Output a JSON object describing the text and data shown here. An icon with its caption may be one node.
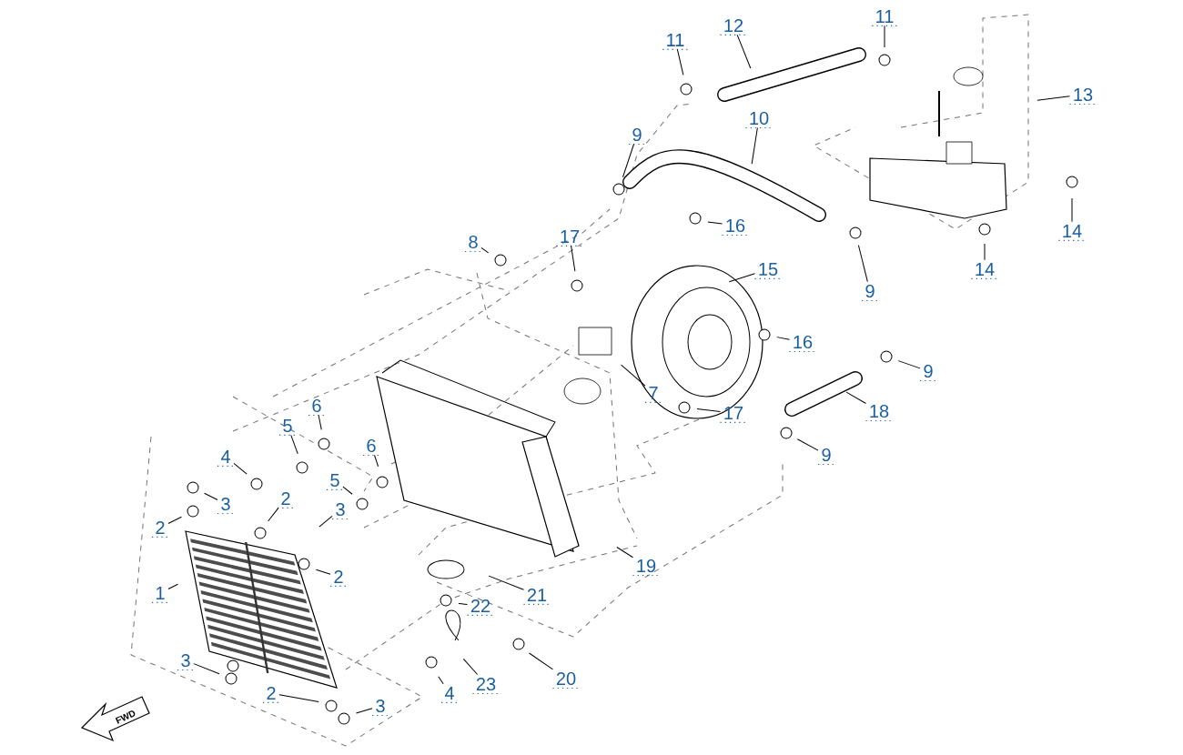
{
  "diagram": {
    "nodes": [
      {
        "text": [
          "11"
        ]
      },
      {
        "text": [
          "12"
        ]
      },
      {
        "text": [
          "11"
        ]
      },
      {
        "text": [
          "13"
        ]
      },
      {
        "text": [
          "10"
        ]
      },
      {
        "text": [
          "9"
        ]
      },
      {
        "text": [
          "16"
        ]
      },
      {
        "text": [
          "14"
        ]
      },
      {
        "text": [
          "17"
        ]
      },
      {
        "text": [
          "8"
        ]
      },
      {
        "text": [
          "14"
        ]
      },
      {
        "text": [
          "15"
        ]
      },
      {
        "text": [
          "9"
        ]
      },
      {
        "text": [
          "16"
        ]
      },
      {
        "text": [
          "9"
        ]
      },
      {
        "text": [
          "7"
        ]
      },
      {
        "text": [
          "6"
        ]
      },
      {
        "text": [
          "17"
        ]
      },
      {
        "text": [
          "18"
        ]
      },
      {
        "text": [
          "5"
        ]
      },
      {
        "text": [
          "6"
        ]
      },
      {
        "text": [
          "9"
        ]
      },
      {
        "text": [
          "4"
        ]
      },
      {
        "text": [
          "5"
        ]
      },
      {
        "text": [
          "2"
        ]
      },
      {
        "text": [
          "3"
        ]
      },
      {
        "text": [
          "3"
        ]
      },
      {
        "text": [
          "2"
        ]
      },
      {
        "text": [
          "19"
        ]
      },
      {
        "text": [
          "2"
        ]
      },
      {
        "text": [
          "1"
        ]
      },
      {
        "text": [
          "21"
        ]
      },
      {
        "text": [
          "22"
        ]
      },
      {
        "text": [
          "3"
        ]
      },
      {
        "text": [
          "20"
        ]
      },
      {
        "text": [
          "23"
        ]
      },
      {
        "text": [
          "2"
        ]
      },
      {
        "text": [
          "4"
        ]
      },
      {
        "text": [
          "3"
        ]
      }
    ],
    "edges": [
      {
        "from": 0,
        "to": null,
        "arrow": "none"
      },
      {
        "from": 1,
        "to": null,
        "arrow": "none"
      },
      {
        "from": 2,
        "to": null,
        "arrow": "none"
      },
      {
        "from": 3,
        "to": null,
        "arrow": "none"
      },
      {
        "from": 4,
        "to": null,
        "arrow": "none"
      },
      {
        "from": 5,
        "to": null,
        "arrow": "none"
      },
      {
        "from": 6,
        "to": null,
        "arrow": "none"
      },
      {
        "from": 7,
        "to": null,
        "arrow": "none"
      },
      {
        "from": 8,
        "to": null,
        "arrow": "none"
      },
      {
        "from": 9,
        "to": null,
        "arrow": "none"
      },
      {
        "from": 10,
        "to": null,
        "arrow": "none"
      },
      {
        "from": 11,
        "to": null,
        "arrow": "none"
      },
      {
        "from": 12,
        "to": null,
        "arrow": "none"
      },
      {
        "from": 13,
        "to": null,
        "arrow": "none"
      },
      {
        "from": 14,
        "to": null,
        "arrow": "none"
      },
      {
        "from": 15,
        "to": null,
        "arrow": "none"
      },
      {
        "from": 16,
        "to": null,
        "arrow": "none"
      },
      {
        "from": 17,
        "to": null,
        "arrow": "none"
      },
      {
        "from": 18,
        "to": null,
        "arrow": "none"
      },
      {
        "from": 19,
        "to": null,
        "arrow": "none"
      },
      {
        "from": 20,
        "to": null,
        "arrow": "none"
      },
      {
        "from": 21,
        "to": null,
        "arrow": "none"
      },
      {
        "from": 22,
        "to": null,
        "arrow": "none"
      },
      {
        "from": 23,
        "to": null,
        "arrow": "none"
      },
      {
        "from": 24,
        "to": null,
        "arrow": "none"
      },
      {
        "from": 25,
        "to": null,
        "arrow": "none"
      },
      {
        "from": 26,
        "to": null,
        "arrow": "none"
      },
      {
        "from": 27,
        "to": null,
        "arrow": "none"
      },
      {
        "from": 28,
        "to": null,
        "arrow": "none"
      },
      {
        "from": 29,
        "to": null,
        "arrow": "none"
      },
      {
        "from": 30,
        "to": null,
        "arrow": "none"
      },
      {
        "from": 31,
        "to": null,
        "arrow": "none"
      },
      {
        "from": 32,
        "to": null,
        "arrow": "none"
      },
      {
        "from": 33,
        "to": null,
        "arrow": "none"
      },
      {
        "from": 34,
        "to": null,
        "arrow": "none"
      },
      {
        "from": 35,
        "to": null,
        "arrow": "none"
      },
      {
        "from": 36,
        "to": null,
        "arrow": "none"
      },
      {
        "from": 37,
        "to": null,
        "arrow": "none"
      },
      {
        "from": 38,
        "to": null,
        "arrow": "none"
      }
    ],
    "labels": [
      "FWD"
    ]
  }
}
